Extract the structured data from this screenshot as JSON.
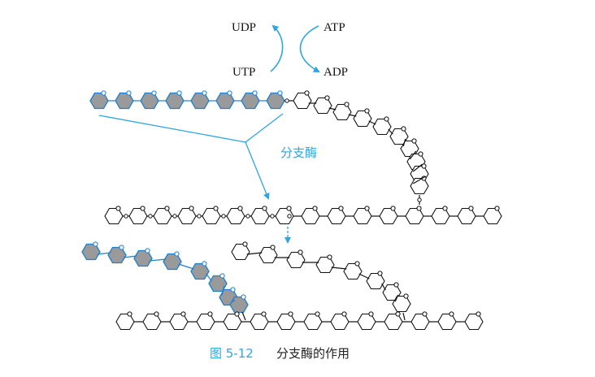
{
  "reaction": {
    "udp": "UDP",
    "atp": "ATP",
    "utp": "UTP",
    "adp": "ADP"
  },
  "enzyme_label": "分支酶",
  "caption": {
    "number": "图 5-12",
    "title": "分支酶的作用"
  },
  "colors": {
    "accent_blue": "#2ea6e0",
    "outline_blue": "#1f7fd0",
    "fill_gray": "#9a9a9a",
    "black": "#111111"
  }
}
